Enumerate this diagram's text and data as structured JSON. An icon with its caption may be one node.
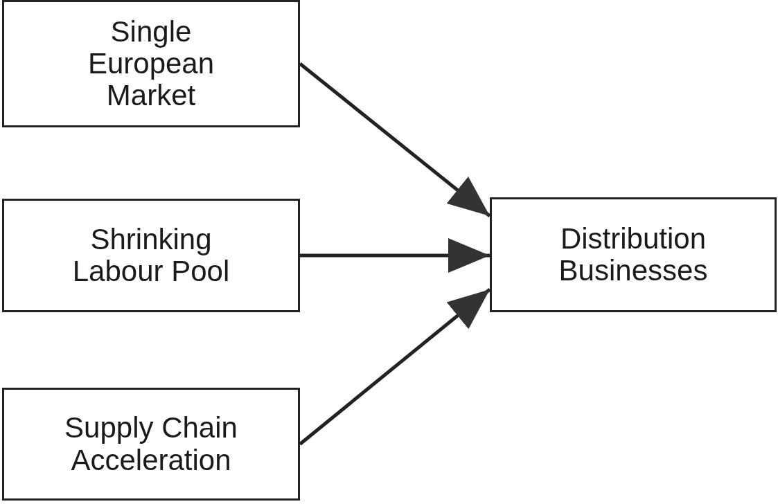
{
  "diagram": {
    "nodes": [
      {
        "text": [
          "Single European Market"
        ]
      },
      {
        "text": [
          "Shrinking Labour Pool"
        ]
      },
      {
        "text": [
          "Supply Chain Acceleration"
        ]
      },
      {
        "text": [
          "Distribution Businesses"
        ]
      }
    ],
    "edges": [
      {
        "from": 0,
        "to": 3,
        "arrow": "to"
      },
      {
        "from": 1,
        "to": 3,
        "arrow": "to"
      },
      {
        "from": 2,
        "to": 3,
        "arrow": "to"
      }
    ]
  }
}
